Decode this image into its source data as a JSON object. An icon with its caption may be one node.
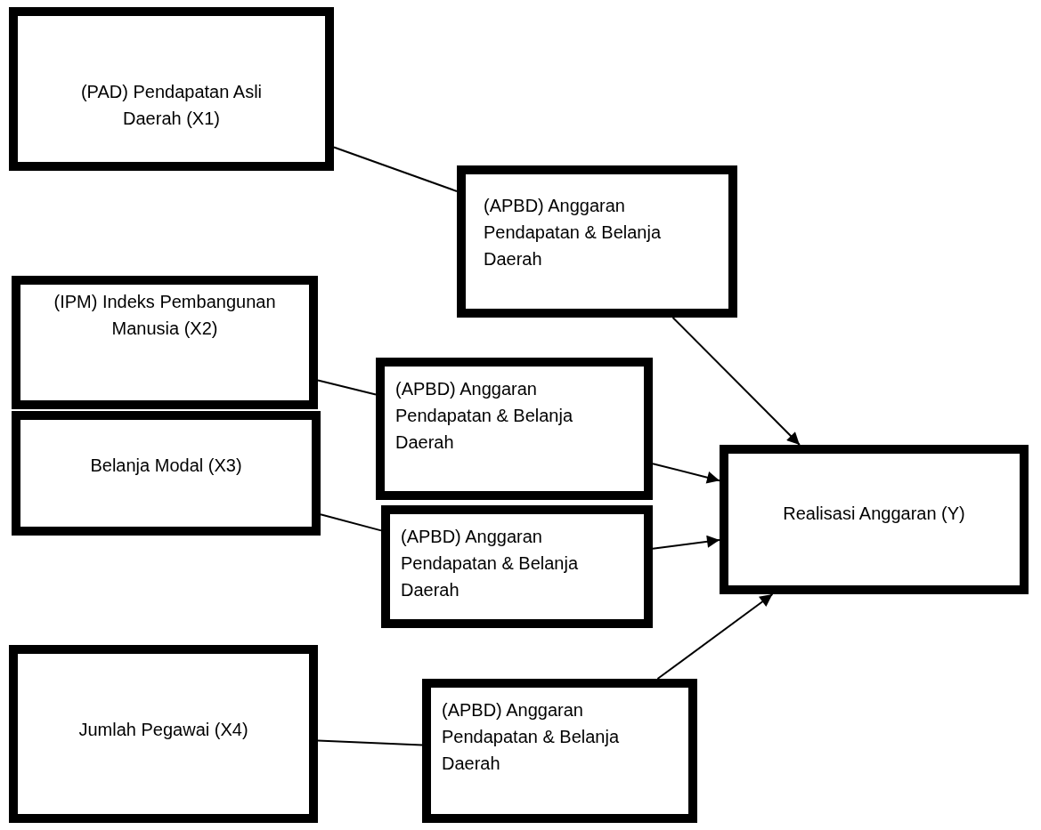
{
  "diagram": {
    "nodes": [
      {
        "text": [
          "(PAD) Pendapatan Asli Daerah (X1)"
        ]
      },
      {
        "text": [
          "(APBD) Anggaran Pendapatan & Belanja Daerah"
        ]
      },
      {
        "text": [
          "(IPM) Indeks Pembangunan Manusia (X2)"
        ]
      },
      {
        "text": [
          "Belanja Modal (X3)"
        ]
      },
      {
        "text": [
          "(APBD) Anggaran Pendapatan & Belanja Daerah"
        ]
      },
      {
        "text": [
          "(APBD) Anggaran Pendapatan & Belanja Daerah"
        ]
      },
      {
        "text": [
          "Realisasi Anggaran (Y)"
        ]
      },
      {
        "text": [
          "Jumlah Pegawai (X4)"
        ]
      },
      {
        "text": [
          "(APBD) Anggaran Pendapatan & Belanja Daerah"
        ]
      }
    ],
    "edges": [
      {
        "from": 0,
        "to": 1,
        "arrow": "none"
      },
      {
        "from": 1,
        "to": 6,
        "arrow": "to"
      },
      {
        "from": 2,
        "to": 4,
        "arrow": "none"
      },
      {
        "from": 4,
        "to": 6,
        "arrow": "to"
      },
      {
        "from": 3,
        "to": 5,
        "arrow": "none"
      },
      {
        "from": 5,
        "to": 6,
        "arrow": "to"
      },
      {
        "from": 7,
        "to": 8,
        "arrow": "none"
      },
      {
        "from": 8,
        "to": 6,
        "arrow": "to"
      }
    ]
  }
}
